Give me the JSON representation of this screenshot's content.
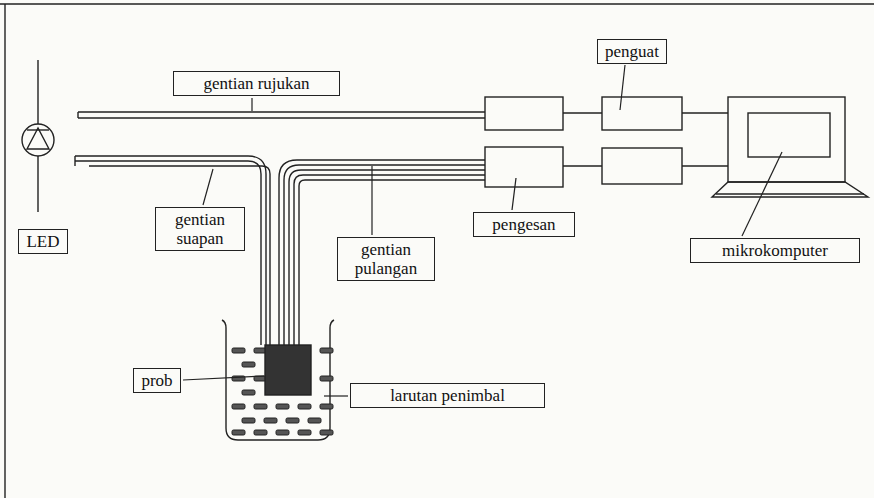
{
  "diagram": {
    "nodes": [
      {
        "text": [
          "penguat"
        ]
      },
      {
        "text": [
          "gentian rujukan"
        ]
      },
      {
        "text": [
          "gentian suapan"
        ]
      },
      {
        "text": [
          "pengesan"
        ]
      },
      {
        "text": [
          "LED"
        ]
      },
      {
        "text": [
          "gentian pulangan"
        ]
      },
      {
        "text": [
          "mikrokomputer"
        ]
      },
      {
        "text": [
          "prob"
        ]
      },
      {
        "text": [
          "larutan penimbal"
        ]
      }
    ]
  }
}
